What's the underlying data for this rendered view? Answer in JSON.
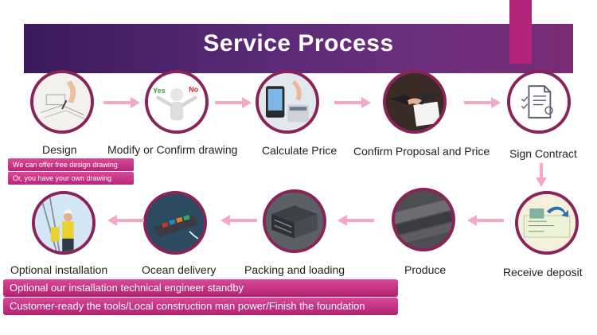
{
  "title": "Service Process",
  "steps": [
    {
      "label": "Design",
      "icon": "sketch-drawing-icon"
    },
    {
      "label": "Modify or Confirm drawing",
      "icon": "yes-no-figure-icon"
    },
    {
      "label": "Calculate Price",
      "icon": "calculator-icon"
    },
    {
      "label": "Confirm Proposal and Price",
      "icon": "handshake-icon"
    },
    {
      "label": "Sign Contract",
      "icon": "contract-document-icon"
    },
    {
      "label": "Receive deposit",
      "icon": "cheque-deposit-icon"
    },
    {
      "label": "Produce",
      "icon": "steel-beam-icon"
    },
    {
      "label": "Packing and loading",
      "icon": "steel-bundle-icon"
    },
    {
      "label": "Ocean delivery",
      "icon": "cargo-ship-icon"
    },
    {
      "label": "Optional installation",
      "icon": "construction-worker-icon"
    }
  ],
  "design_notes": [
    "We can offer free design drawing",
    "Or, you have your own drawing"
  ],
  "installation_notes": [
    "Optional our installation technical engineer standby",
    "Customer-ready the tools/Local construction man power/Finish  the foundation"
  ],
  "colors": {
    "banner": "#5b2a78",
    "accent": "#b3247c",
    "circle_border": "#8a2358",
    "arrow": "#f3a8c9",
    "note": "#c43386"
  }
}
